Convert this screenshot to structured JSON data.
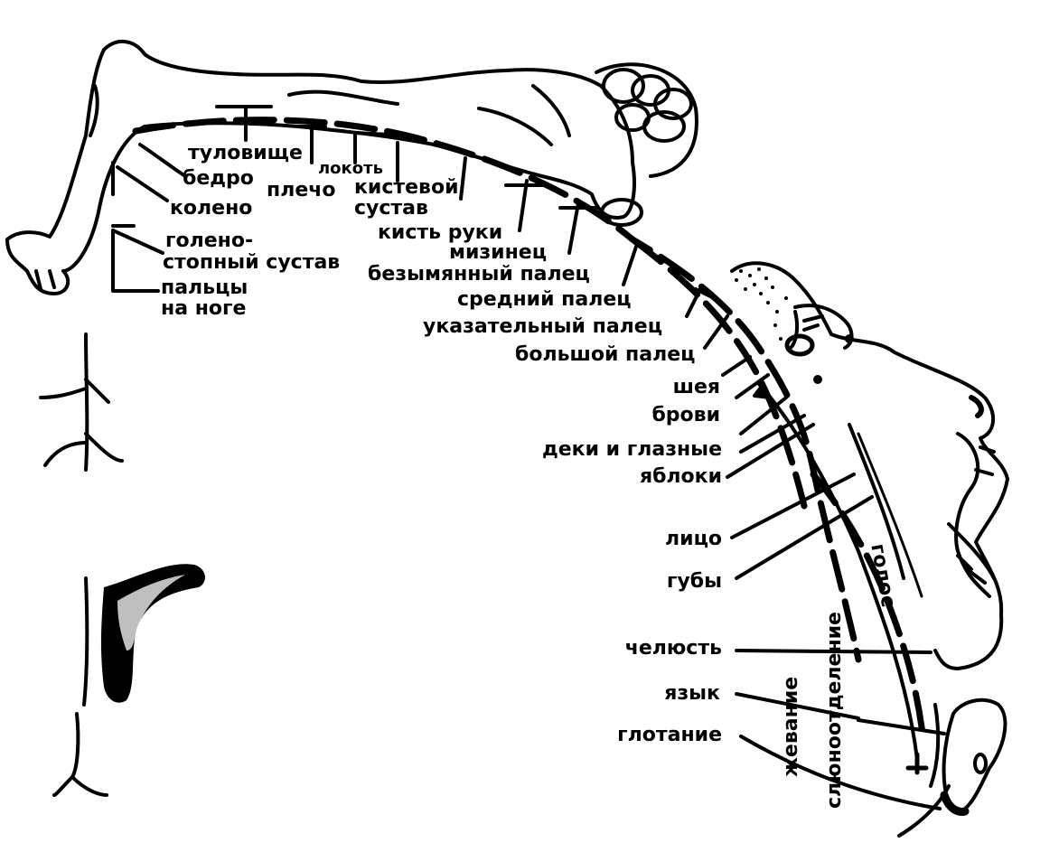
{
  "labels": {
    "trunk": "туловище",
    "hip": "бедро",
    "elbow": "локоть",
    "shoulder": "плечо",
    "knee": "колено",
    "wrist_1": "кистевой",
    "wrist_2": "сустав",
    "ankle_1": "голено-",
    "ankle_2": "стопный сустав",
    "hand": "кисть руки",
    "little_finger": "мизинец",
    "ring_finger": "безымянный палец",
    "toes_1": "пальцы",
    "toes_2": "на ноге",
    "middle_finger": "средний палец",
    "index_finger": "указательный палец",
    "thumb": "большой палец",
    "neck": "шея",
    "brows": "брови",
    "eyelids_1": "деки и глазные",
    "eyelids_2": "яблоки",
    "face": "лицо",
    "lips": "губы",
    "jaw": "челюсть",
    "tongue": "язык",
    "swallowing": "глотание",
    "voice": "голос",
    "salivation": "слюноотделение",
    "chewing": "жевание"
  }
}
